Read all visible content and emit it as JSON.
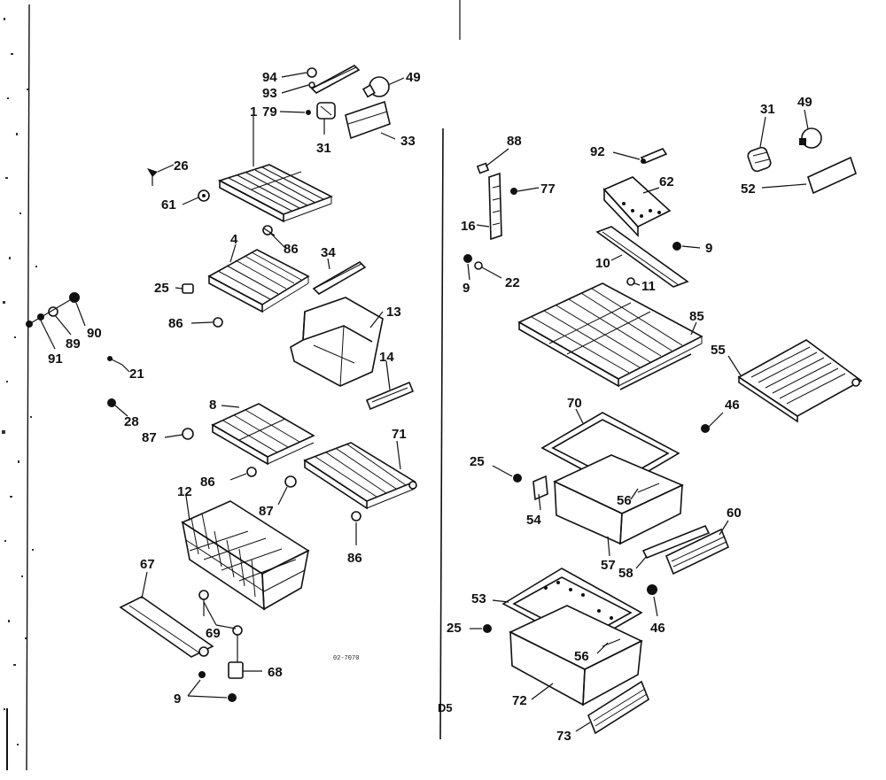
{
  "drawing_id": "02-7070",
  "page_ref": "D5",
  "callouts": {
    "c94": "94",
    "c93": "93",
    "c79": "79",
    "c49a": "49",
    "c31a": "31",
    "c33": "33",
    "c1": "1",
    "c26": "26",
    "c61": "61",
    "c86a": "86",
    "c4": "4",
    "c34": "34",
    "c25a": "25",
    "c86b": "86",
    "c13": "13",
    "c90": "90",
    "c89": "89",
    "c91": "91",
    "c21": "21",
    "c14": "14",
    "c28": "28",
    "c8": "8",
    "c87a": "87",
    "c86c": "86",
    "c71": "71",
    "c87b": "87",
    "c12": "12",
    "c86d": "86",
    "c67": "67",
    "c69": "69",
    "c68": "68",
    "c9a": "9",
    "c88": "88",
    "c77": "77",
    "c16": "16",
    "c9b": "9",
    "c22": "22",
    "c92": "92",
    "c62": "62",
    "c9c": "9",
    "c10": "10",
    "c11": "11",
    "c85": "85",
    "c31b": "31",
    "c49b": "49",
    "c52": "52",
    "c55": "55",
    "c70": "70",
    "c46a": "46",
    "c25b": "25",
    "c56a": "56",
    "c54": "54",
    "c57": "57",
    "c58": "58",
    "c60": "60",
    "c53": "53",
    "c25c": "25",
    "c46b": "46",
    "c56b": "56",
    "c72": "72",
    "c73": "73"
  }
}
